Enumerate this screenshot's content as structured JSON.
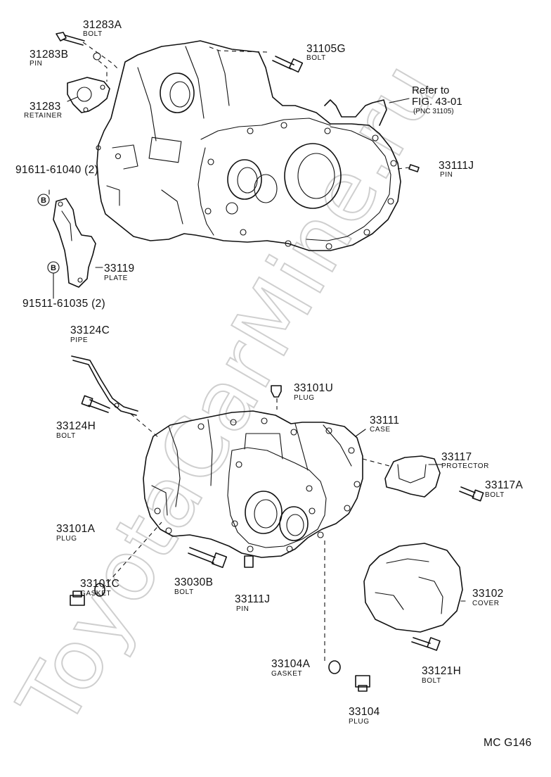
{
  "watermark": "ToyotaCarMine.ru",
  "figure_code": "MC  G146",
  "reference": {
    "line1": "Refer to",
    "line2": "FIG. 43-01",
    "line3": "(PNC 31105)"
  },
  "labels": [
    {
      "id": "p31283A",
      "number": "31283A",
      "name": "BOLT"
    },
    {
      "id": "p31283B",
      "number": "31283B",
      "name": "PIN"
    },
    {
      "id": "p31283",
      "number": "31283",
      "name": "RETAINER"
    },
    {
      "id": "p31105G",
      "number": "31105G",
      "name": "BOLT"
    },
    {
      "id": "p33111Jtop",
      "number": "33111J",
      "name": "PIN"
    },
    {
      "id": "p91611",
      "number": "91611-61040 (2)",
      "name": ""
    },
    {
      "id": "p33119",
      "number": "33119",
      "name": "PLATE"
    },
    {
      "id": "p91511",
      "number": "91511-61035 (2)",
      "name": ""
    },
    {
      "id": "p33124C",
      "number": "33124C",
      "name": "PIPE"
    },
    {
      "id": "p33124H",
      "number": "33124H",
      "name": "BOLT"
    },
    {
      "id": "p33101U",
      "number": "33101U",
      "name": "PLUG"
    },
    {
      "id": "p33111",
      "number": "33111",
      "name": "CASE"
    },
    {
      "id": "p33117",
      "number": "33117",
      "name": "PROTECTOR"
    },
    {
      "id": "p33117A",
      "number": "33117A",
      "name": "BOLT"
    },
    {
      "id": "p33101A",
      "number": "33101A",
      "name": "PLUG"
    },
    {
      "id": "p33101C",
      "number": "33101C",
      "name": "GASKET"
    },
    {
      "id": "p33030B",
      "number": "33030B",
      "name": "BOLT"
    },
    {
      "id": "p33111Jbot",
      "number": "33111J",
      "name": "PIN"
    },
    {
      "id": "p33102",
      "number": "33102",
      "name": "COVER"
    },
    {
      "id": "p33104A",
      "number": "33104A",
      "name": "GASKET"
    },
    {
      "id": "p33121H",
      "number": "33121H",
      "name": "BOLT"
    },
    {
      "id": "p33104",
      "number": "33104",
      "name": "PLUG"
    }
  ],
  "circle_marker": "B"
}
